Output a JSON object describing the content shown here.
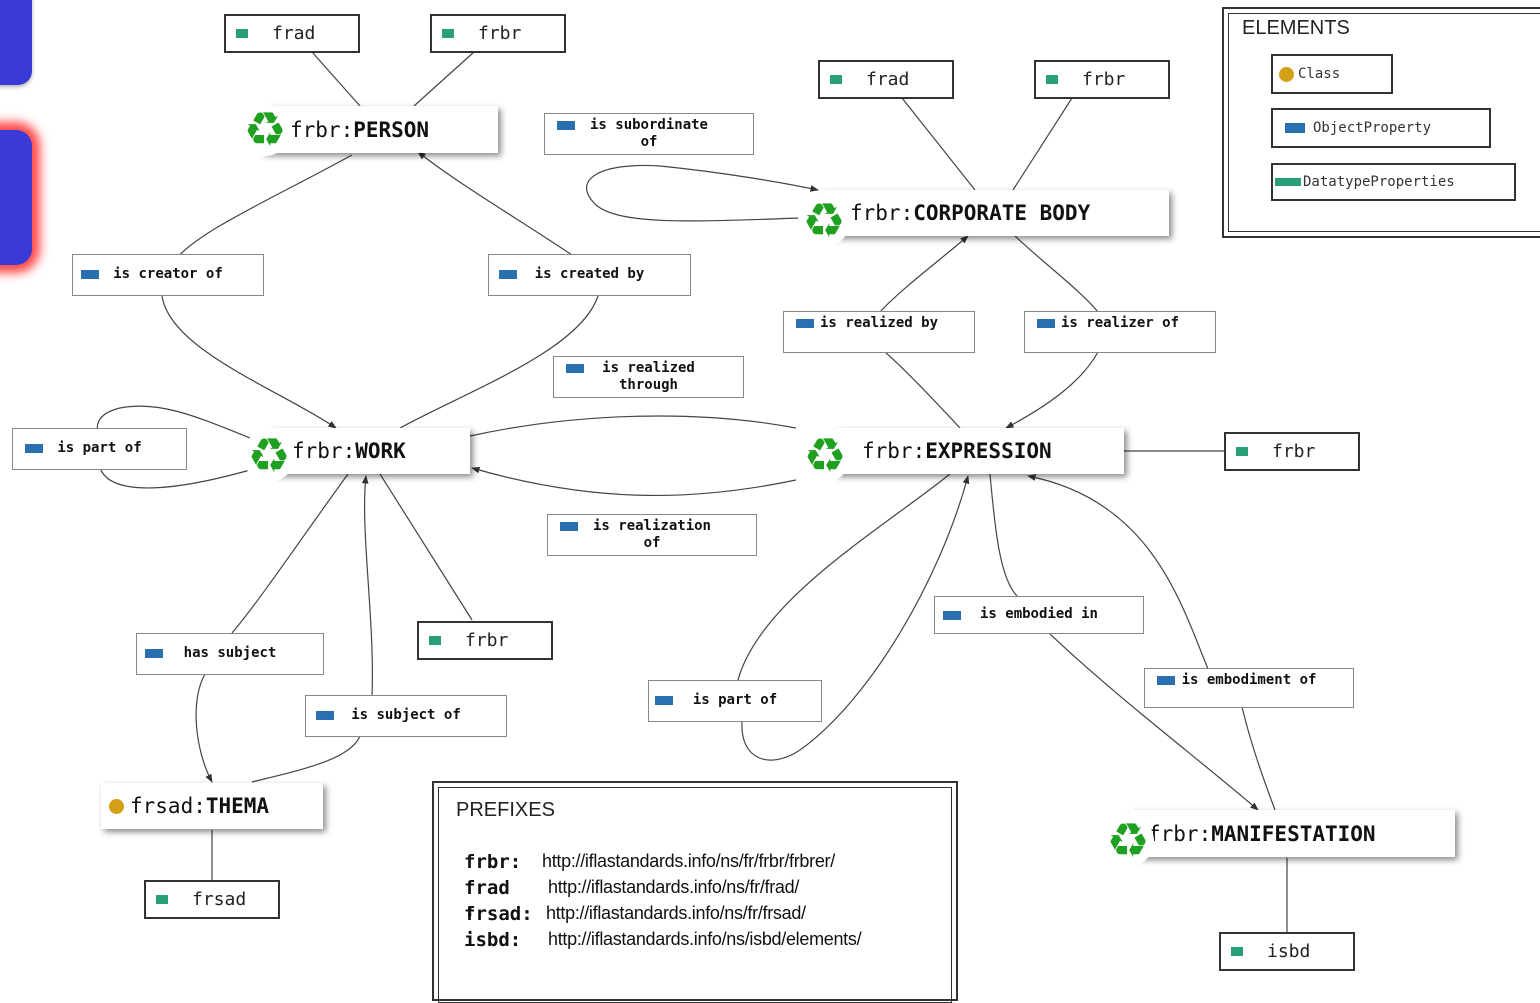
{
  "colors": {
    "class": "#d4a017",
    "object_property": "#2a6fb0",
    "datatype_property": "#2aa07a",
    "recycle": "#22a022",
    "side_button": "#3a3ad8",
    "side_glow": "#ff3030"
  },
  "legend": {
    "title": "ELEMENTS",
    "items": [
      {
        "label": "Class",
        "kind": "class"
      },
      {
        "label": "ObjectProperty",
        "kind": "object"
      },
      {
        "label": "DatatypeProperties",
        "kind": "datatype"
      }
    ]
  },
  "prefixes": {
    "title": "PREFIXES",
    "rows": [
      {
        "key": "frbr:",
        "url": "http://iflastandards.info/ns/fr/frbr/frbrer/"
      },
      {
        "key": "frad :",
        "url": "http://iflastandards.info/ns/fr/frad/"
      },
      {
        "key": "frsad:",
        "url": "http://iflastandards.info/ns/fr/frsad/"
      },
      {
        "key": "isbd:",
        "url": "http://iflastandards.info/ns/isbd/elements/"
      }
    ]
  },
  "classes": {
    "person": {
      "prefix": "frbr:",
      "name": "PERSON",
      "icon": "recycle-icon"
    },
    "corporate_body": {
      "prefix": "frbr:",
      "name": "CORPORATE BODY",
      "icon": "recycle-icon"
    },
    "work": {
      "prefix": "frbr:",
      "name": "WORK",
      "icon": "recycle-icon"
    },
    "expression": {
      "prefix": "frbr:",
      "name": "EXPRESSION",
      "icon": "recycle-icon"
    },
    "thema": {
      "prefix": "frsad:",
      "name": "THEMA",
      "icon": "class-dot-icon"
    },
    "manifestation": {
      "prefix": "frbr:",
      "name": "MANIFESTATION",
      "icon": "recycle-icon"
    }
  },
  "datatypes": {
    "person_frad": "frad",
    "person_frbr": "frbr",
    "corp_frad": "frad",
    "corp_frbr": "frbr",
    "expression_frbr": "frbr",
    "work_frbr": "frbr",
    "thema_frsad": "frsad",
    "manifestation_isbd": "isbd"
  },
  "properties": {
    "is_subordinate_of": "is subordinate of",
    "is_creator_of": "is creator of",
    "is_created_by": "is created by",
    "is_realized_by": "is realized by",
    "is_realizer_of": "is realizer of",
    "is_realized_through": "is realized through",
    "work_is_part_of": "is part of",
    "is_realization_of": "is realization of",
    "has_subject": "has subject",
    "is_subject_of": "is subject of",
    "is_embodied_in": "is embodied in",
    "is_embodiment_of": "is embodiment of",
    "expr_is_part_of": "is part of"
  }
}
